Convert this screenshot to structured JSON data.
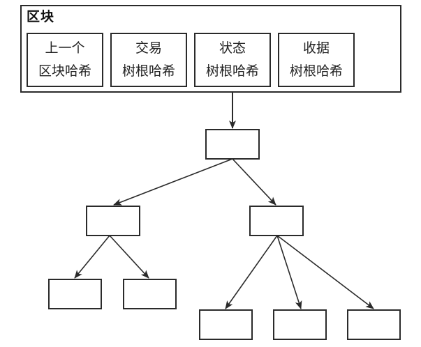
{
  "block": {
    "title": "区块",
    "fields": [
      {
        "line1": "上一个",
        "line2": "区块哈希"
      },
      {
        "line1": "交易",
        "line2": "树根哈希"
      },
      {
        "line1": "状态",
        "line2": "树根哈希"
      },
      {
        "line1": "收据",
        "line2": "树根哈希"
      }
    ]
  },
  "tree": {
    "levels": 3,
    "children": [
      {
        "children": [
          {},
          {}
        ]
      },
      {
        "children": [
          {},
          {},
          {}
        ]
      }
    ],
    "stroke_color": "#2a2a2a"
  }
}
